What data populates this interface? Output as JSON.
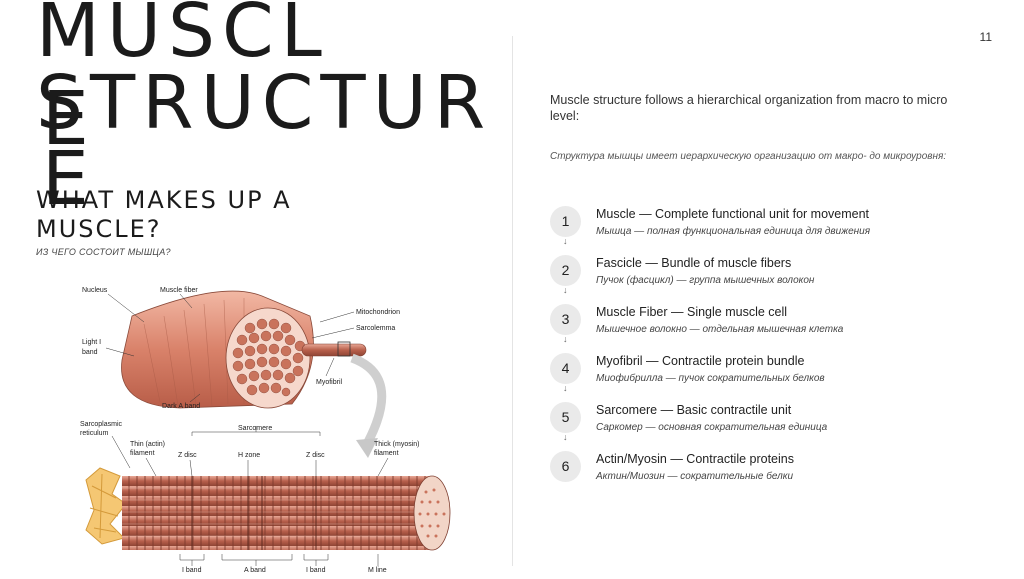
{
  "slide_number": "11",
  "title": {
    "line1": "MUSCL",
    "line2": "STRUCTUR",
    "line3": "E",
    "line4": "E"
  },
  "subtitle": {
    "en": "WHAT MAKES UP A MUSCLE?",
    "ru": "ИЗ ЧЕГО СОСТОИТ МЫШЦА?"
  },
  "intro": {
    "en": "Muscle structure follows a hierarchical organization from macro to micro level:",
    "ru": "Структура мышцы имеет иерархическую организацию от макро- до микроуровня:"
  },
  "steps": [
    {
      "num": "1",
      "en": "Muscle — Complete functional unit for movement",
      "ru": "Мышца — полная функциональная единица для движения"
    },
    {
      "num": "2",
      "en": "Fascicle — Bundle of muscle fibers",
      "ru": "Пучок (фасцикл) — группа мышечных волокон"
    },
    {
      "num": "3",
      "en": "Muscle Fiber — Single muscle cell",
      "ru": "Мышечное волокно — отдельная мышечная клетка"
    },
    {
      "num": "4",
      "en": "Myofibril — Contractile protein bundle",
      "ru": "Миофибрилла — пучок сократительных белков"
    },
    {
      "num": "5",
      "en": "Sarcomere — Basic contractile unit",
      "ru": "Саркомер — основная сократительная единица"
    },
    {
      "num": "6",
      "en": "Actin/Myosin — Contractile proteins",
      "ru": "Актин/Миозин — сократительные белки"
    }
  ],
  "arrow_glyph": "↓",
  "diagram": {
    "labels": {
      "nucleus": "Nucleus",
      "muscle_fiber": "Muscle fiber",
      "mitochondrion": "Mitochondrion",
      "sarcolemma": "Sarcolemma",
      "light_band_1": "Light I",
      "light_band_2": "band",
      "myofibril": "Myofibril",
      "dark_band": "Dark A band",
      "sarcoplasmic_1": "Sarcoplasmic",
      "sarcoplasmic_2": "reticulum",
      "sarcomere": "Sarcomere",
      "thin_1": "Thin (actin)",
      "thin_2": "filament",
      "z_disc": "Z disc",
      "h_zone": "H zone",
      "thick_1": "Thick (myosin)",
      "thick_2": "filament",
      "i_band": "I band",
      "a_band": "A band",
      "m_line": "M line"
    }
  }
}
